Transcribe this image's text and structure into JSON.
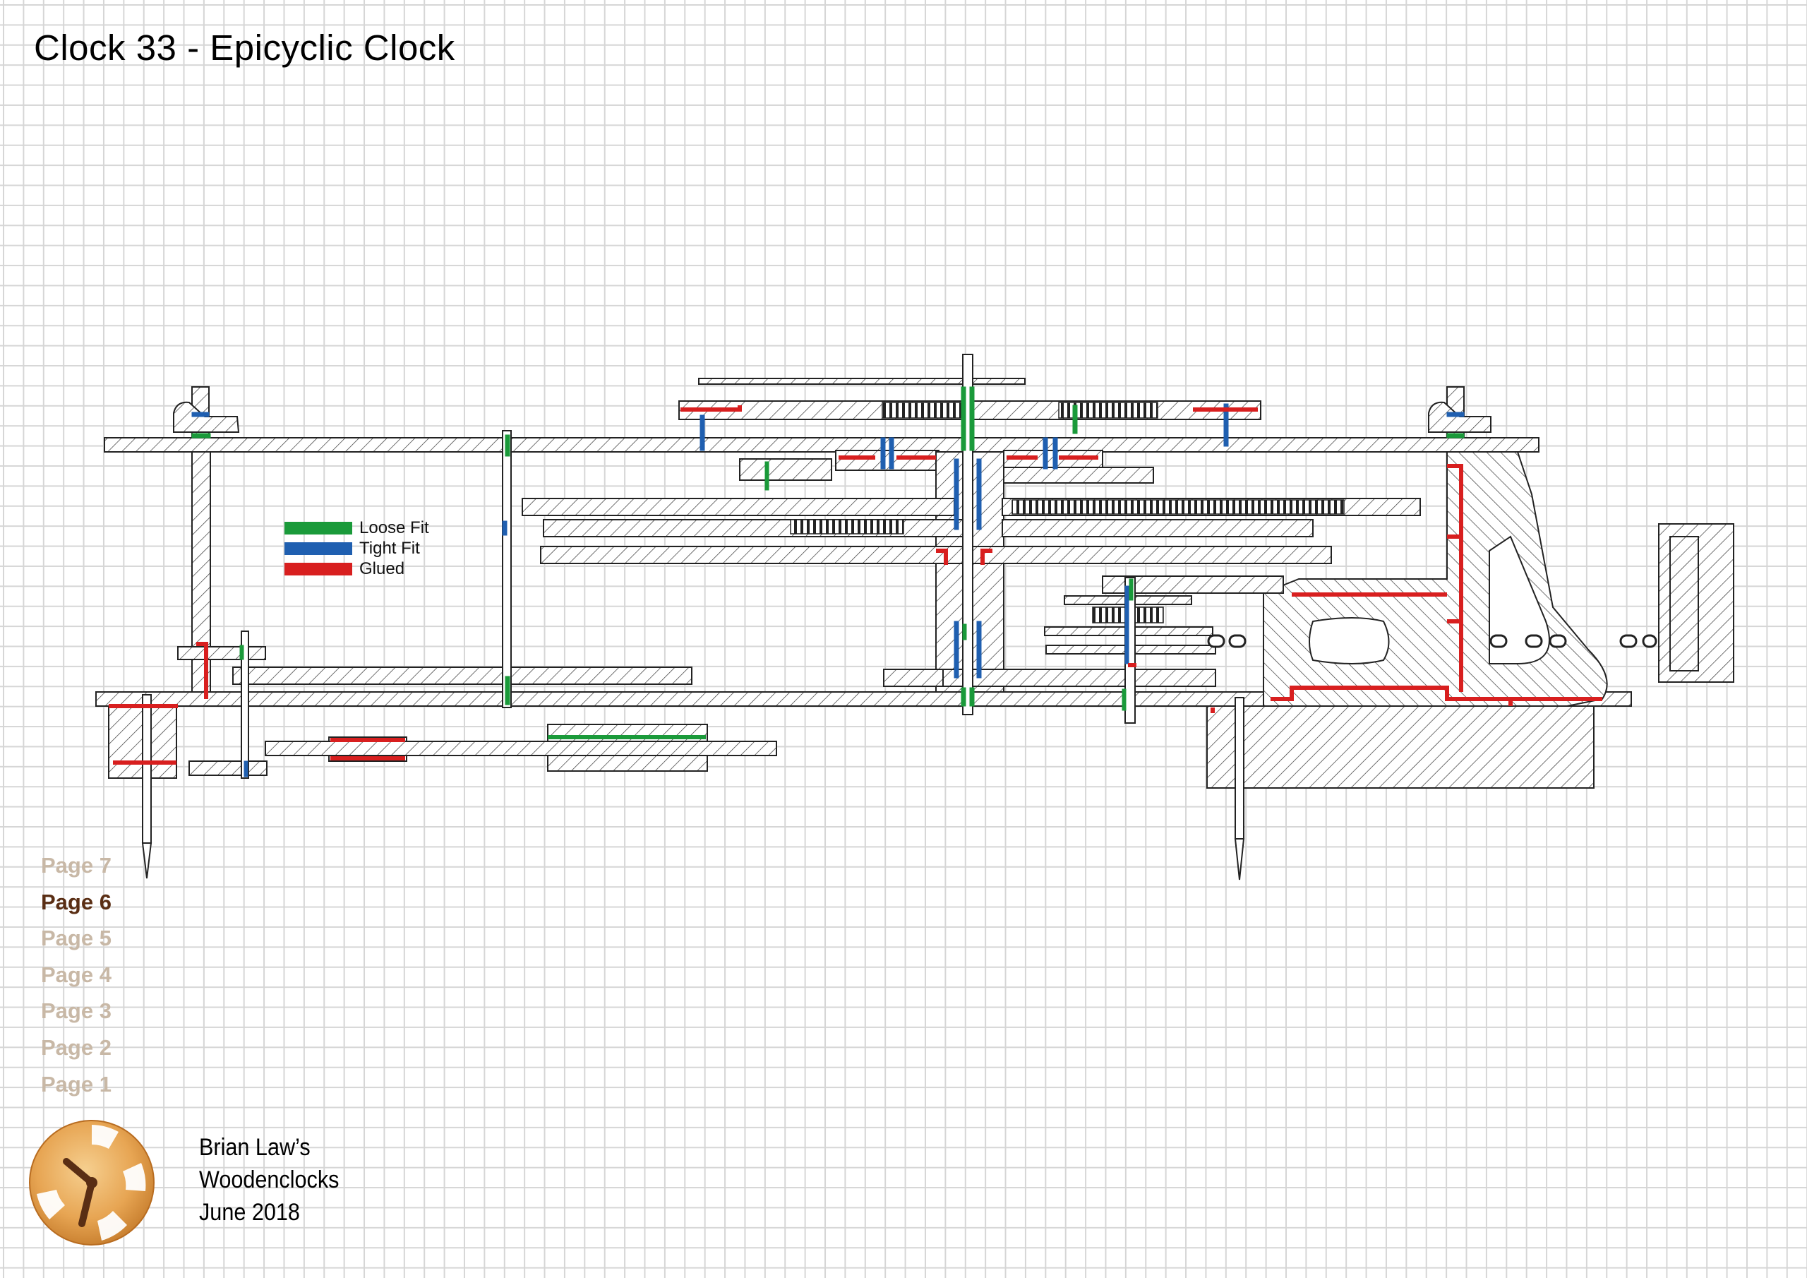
{
  "title": "Clock 33 - Epicyclic Clock",
  "legend": [
    {
      "label": "Loose Fit",
      "color": "#1a9a3a"
    },
    {
      "label": "Tight Fit",
      "color": "#1f5fb0"
    },
    {
      "label": "Glued",
      "color": "#d81f1f"
    }
  ],
  "pages": [
    {
      "label": "Page 7",
      "active": false
    },
    {
      "label": "Page 6",
      "active": true
    },
    {
      "label": "Page 5",
      "active": false
    },
    {
      "label": "Page 4",
      "active": false
    },
    {
      "label": "Page 3",
      "active": false
    },
    {
      "label": "Page 2",
      "active": false
    },
    {
      "label": "Page 1",
      "active": false
    }
  ],
  "credit": {
    "line1": "Brian Law’s",
    "line2": "Woodenclocks",
    "line3": "June 2018"
  },
  "colors": {
    "loose": "#1a9a3a",
    "tight": "#1f5fb0",
    "glued": "#d81f1f",
    "outline": "#222222",
    "active_page": "#5a2e14",
    "inactive_page": "#c8b8a6"
  },
  "icons": {
    "logo": "wooden-clock-logo-icon"
  }
}
